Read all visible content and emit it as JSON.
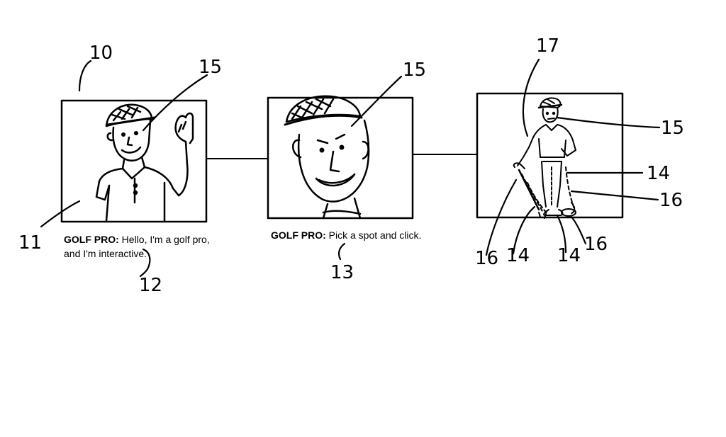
{
  "panel_1": {
    "caption_speaker": "GOLF PRO:",
    "caption_line_1": "Hello, I'm a golf pro,",
    "caption_line_2": "and I'm interactive."
  },
  "panel_2": {
    "caption_speaker": "GOLF PRO:",
    "caption_text": "Pick a spot and click."
  },
  "reference_numerals": {
    "r10": "10",
    "r11": "11",
    "r12": "12",
    "r13": "13",
    "r14a": "14",
    "r14b": "14",
    "r14c": "14",
    "r15a": "15",
    "r15b": "15",
    "r15c": "15",
    "r16a": "16",
    "r16b": "16",
    "r16c": "16",
    "r17": "17"
  },
  "colors": {
    "ink": "#000000",
    "paper": "#ffffff"
  }
}
